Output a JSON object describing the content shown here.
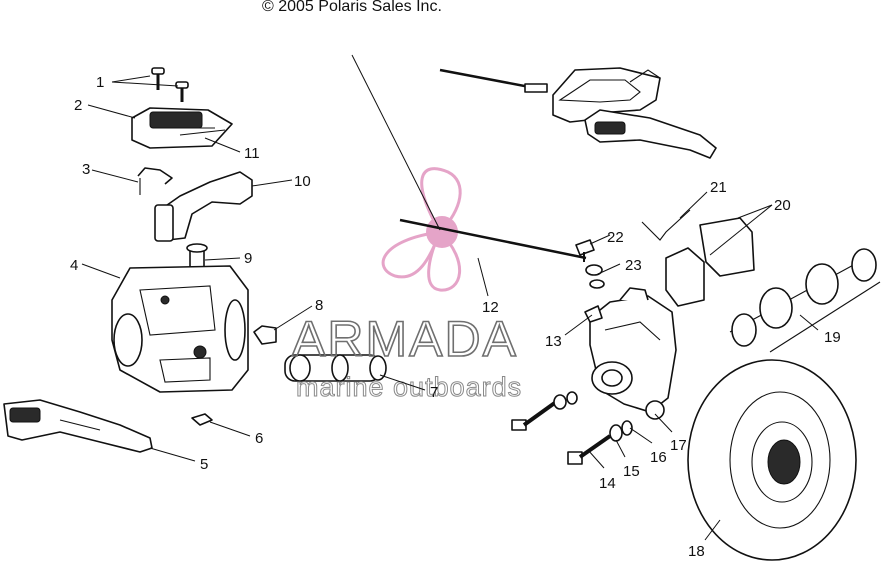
{
  "copyright": "© 2005 Polaris Sales Inc.",
  "watermark": {
    "brand": "ARMADA",
    "tagline": "marine outboards",
    "logo_color": "#e39bc3"
  },
  "callouts": {
    "c1": "1",
    "c2": "2",
    "c3": "3",
    "c4": "4",
    "c5": "5",
    "c6": "6",
    "c7": "7",
    "c8": "8",
    "c9": "9",
    "c10": "10",
    "c11": "11",
    "c12": "12",
    "c13": "13",
    "c14": "14",
    "c15": "15",
    "c16": "16",
    "c17": "17",
    "c18": "18",
    "c19": "19",
    "c20": "20",
    "c21": "21",
    "c22": "22",
    "c23": "23"
  }
}
